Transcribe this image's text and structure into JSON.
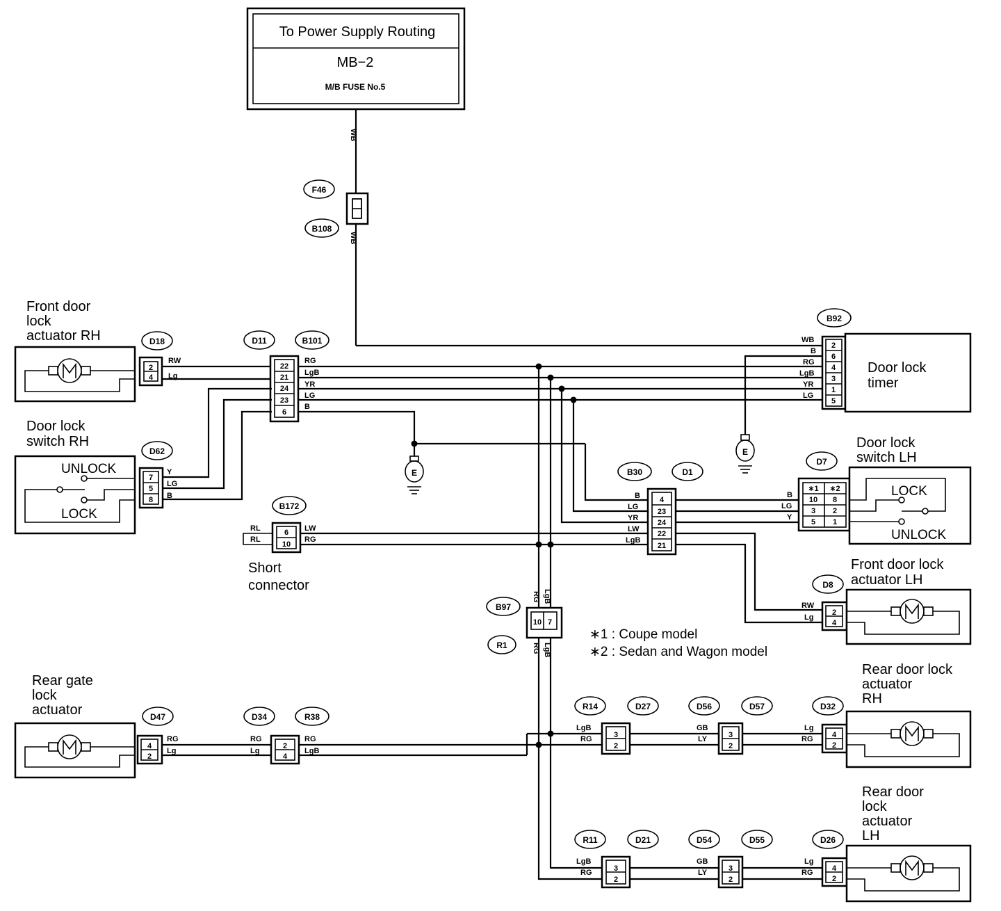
{
  "power": {
    "title": "To Power Supply Routing",
    "line2": "MB−2",
    "line3": "M/B FUSE No.5"
  },
  "components": {
    "front_rh_actuator": [
      "Front door",
      "lock",
      "actuator RH"
    ],
    "door_lock_switch_rh": [
      "Door lock",
      "switch RH"
    ],
    "door_lock_timer": [
      "Door lock",
      "timer"
    ],
    "door_lock_switch_lh": [
      "Door lock",
      "switch LH"
    ],
    "front_lh_actuator": [
      "Front door lock",
      "actuator LH"
    ],
    "rear_gate_actuator": [
      "Rear gate",
      "lock",
      "actuator"
    ],
    "rear_rh_actuator": [
      "Rear door lock",
      "actuator",
      "RH"
    ],
    "rear_lh_actuator": [
      "Rear door",
      "lock",
      "actuator",
      "LH"
    ],
    "short_connector": [
      "Short",
      "connector"
    ]
  },
  "switch_labels": {
    "unlock": "UNLOCK",
    "lock": "LOCK"
  },
  "ground": "E",
  "notes": [
    "∗1 : Coupe model",
    "∗2 : Sedan and Wagon model"
  ],
  "connectors": {
    "F46": "F46",
    "B108": "B108",
    "B92": "B92",
    "D18": "D18",
    "D11": "D11",
    "B101": "B101",
    "D62": "D62",
    "B30": "B30",
    "D1": "D1",
    "D7": "D7",
    "B172": "B172",
    "D8": "D8",
    "B97": "B97",
    "R1": "R1",
    "D47": "D47",
    "D34": "D34",
    "R38": "R38",
    "R14": "R14",
    "D27": "D27",
    "D56": "D56",
    "D57": "D57",
    "D32": "D32",
    "R11": "R11",
    "D21": "D21",
    "D54": "D54",
    "D55": "D55",
    "D26": "D26"
  },
  "wire_colors": {
    "WB": "WB",
    "RW": "RW",
    "Lg": "Lg",
    "RG": "RG",
    "LgB": "LgB",
    "YR": "YR",
    "LG": "LG",
    "B": "B",
    "Y": "Y",
    "LW": "LW",
    "RL": "RL",
    "GB": "GB",
    "LY": "LY"
  },
  "pins": {
    "d18": [
      "2",
      "4"
    ],
    "d11": [
      "22",
      "21",
      "24",
      "23",
      "6"
    ],
    "d62": [
      "7",
      "5",
      "8"
    ],
    "b92": [
      "2",
      "6",
      "4",
      "3",
      "1",
      "5"
    ],
    "d1": [
      "4",
      "23",
      "24",
      "22",
      "21"
    ],
    "d7_head": [
      "∗1",
      "∗2"
    ],
    "d7_col1": [
      "10",
      "3",
      "5"
    ],
    "d7_col2": [
      "8",
      "2",
      "1"
    ],
    "b172": [
      "6",
      "10"
    ],
    "d8": [
      "2",
      "4"
    ],
    "b97": [
      "10",
      "7"
    ],
    "d47": [
      "4",
      "2"
    ],
    "d34": [
      "2",
      "4"
    ],
    "r14": [
      "3",
      "2"
    ],
    "d56": [
      "3",
      "2"
    ],
    "d32": [
      "4",
      "2"
    ],
    "r11": [
      "3",
      "2"
    ],
    "d54": [
      "3",
      "2"
    ],
    "d26": [
      "4",
      "2"
    ]
  }
}
